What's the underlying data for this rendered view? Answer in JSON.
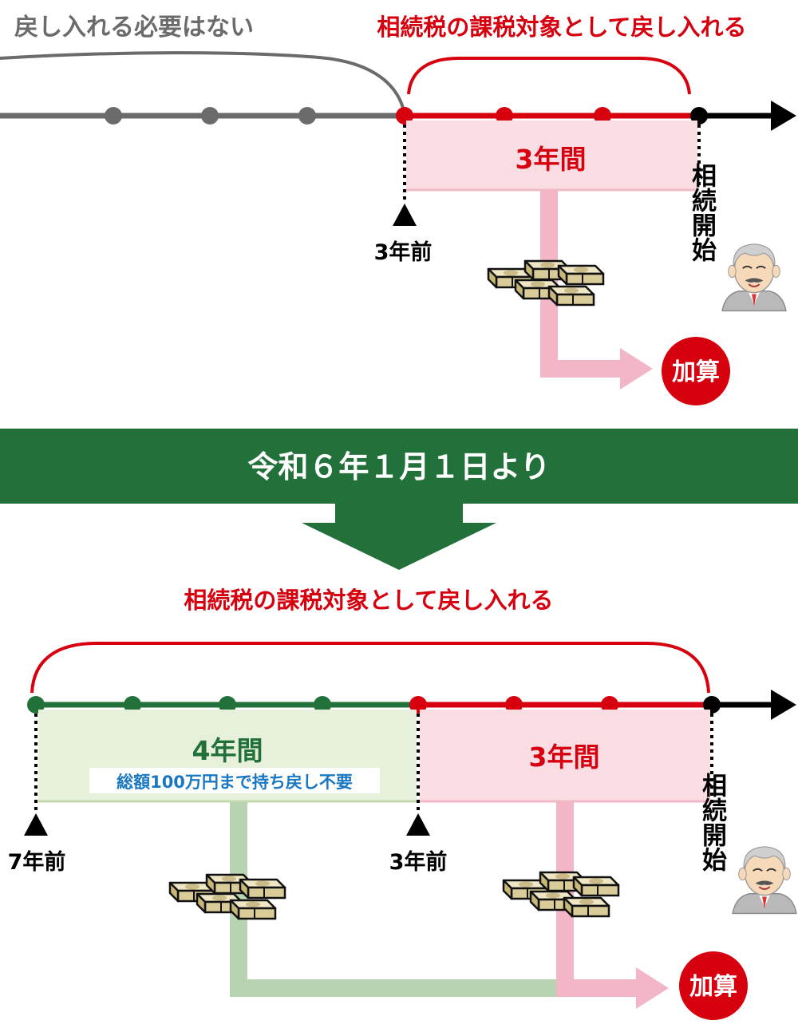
{
  "colors": {
    "gray": "#6b6b6b",
    "red": "#d7000f",
    "green": "#22703a",
    "pink_fill": "#f9dde3",
    "pink_border": "#f1b9c6",
    "pink_arrow": "#f2b6c6",
    "green_fill": "#e6f0da",
    "green_border": "#c4d9ad",
    "green_arrow": "#b8d3b1",
    "blue": "#1a78c2",
    "black": "#000000"
  },
  "top": {
    "gray_caption": "戻し入れる必要はない",
    "red_caption": "相続税の課税対象として戻し入れる",
    "period_label": "3年間",
    "marker_label": "3年前",
    "start_label": "相続開始",
    "add_label": "加算"
  },
  "banner": {
    "text": "令和６年１月１日より"
  },
  "bottom": {
    "red_caption": "相続税の課税対象として戻し入れる",
    "green_period_label": "4年間",
    "green_period_note": "総額100万円まで持ち戻し不要",
    "red_period_label": "3年間",
    "marker_left_label": "7年前",
    "marker_mid_label": "3年前",
    "start_label": "相続開始",
    "add_label": "加算"
  },
  "icons": [
    "money-bundles-icon",
    "elderly-man-icon",
    "triangle-marker-icon"
  ]
}
